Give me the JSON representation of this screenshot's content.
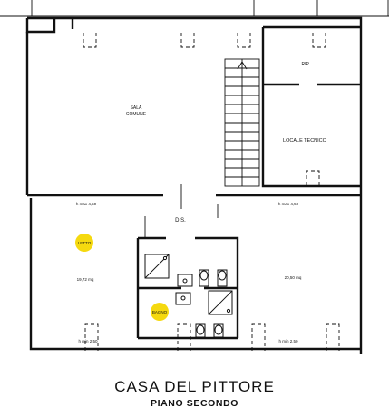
{
  "plan": {
    "rooms": {
      "sala": "SALA",
      "comune": "COMUNE",
      "rip": "RIP.",
      "locale_tecnico": "LOCALE TECNICO",
      "dis": "DIS.",
      "letto": "LETTO",
      "bagno": "BAGNO"
    },
    "areas": {
      "left_room": "19,72 mq",
      "right_room": "20,50 mq"
    },
    "heights": {
      "left_max": "h max 4,50",
      "right_max": "h max 4,50",
      "left_min": "h min 2,50",
      "right_min": "h min 2,50"
    },
    "colors": {
      "marker": "#f5d90f",
      "line": "#111111",
      "background": "#ffffff"
    }
  },
  "caption": {
    "title": "CASA DEL PITTORE",
    "subtitle": "PIANO SECONDO"
  }
}
